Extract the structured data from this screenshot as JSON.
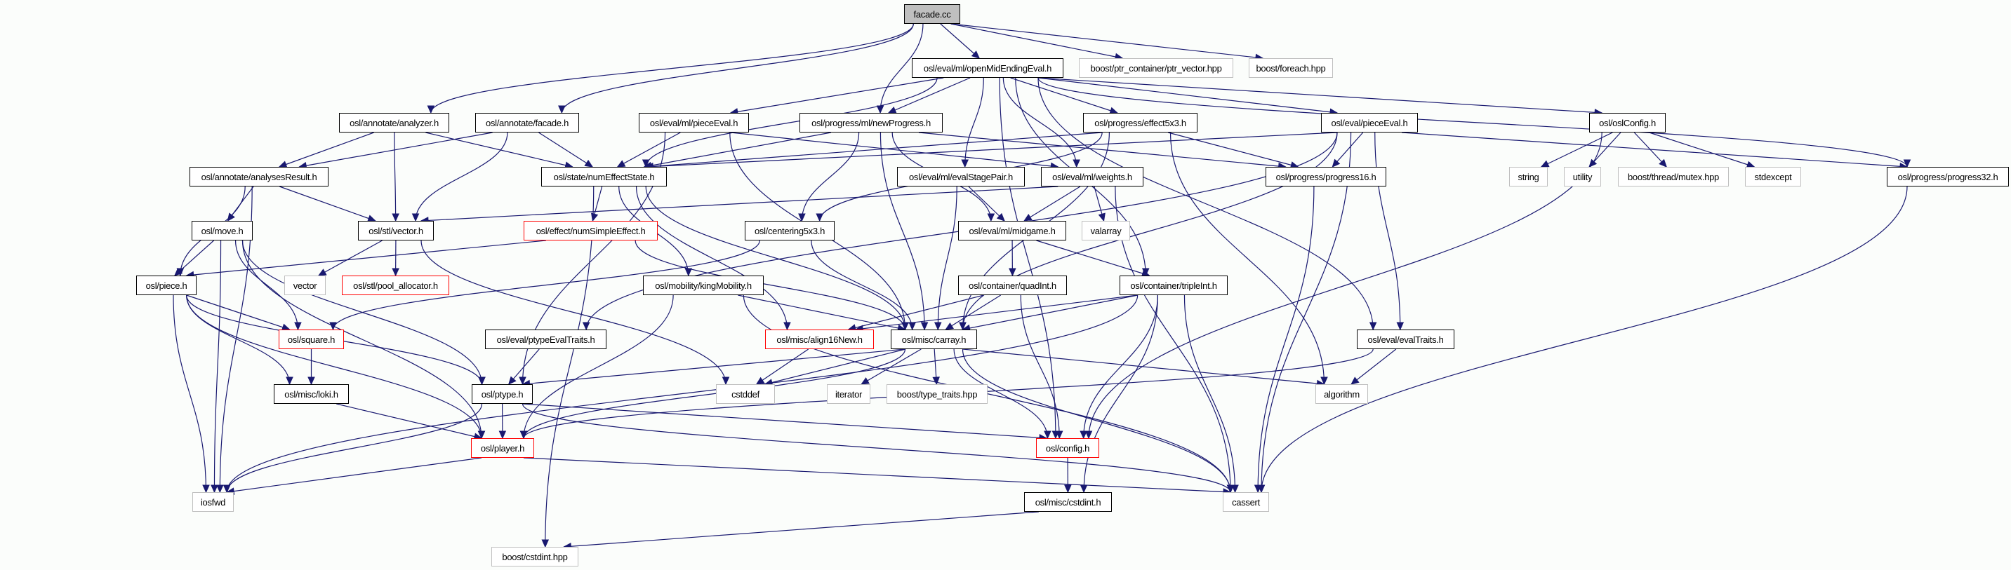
{
  "diagram": {
    "type": "include-dependency-graph",
    "root": "facade.cc",
    "colors": {
      "edge": "#191970",
      "root_fill": "#bfbfbf",
      "documented_border": "#000000",
      "truncated_border": "#ff0000",
      "external_border": "#bfbfbf"
    },
    "nodes": [
      {
        "id": "facade_cc",
        "label": "facade.cc",
        "kind": "root"
      },
      {
        "id": "openMid",
        "label": "osl/eval/ml/openMidEndingEval.h",
        "kind": "normal"
      },
      {
        "id": "ptr_vector",
        "label": "boost/ptr_container/ptr_vector.hpp",
        "kind": "external"
      },
      {
        "id": "foreach",
        "label": "boost/foreach.hpp",
        "kind": "external"
      },
      {
        "id": "analyzer",
        "label": "osl/annotate/analyzer.h",
        "kind": "normal"
      },
      {
        "id": "afacade",
        "label": "osl/annotate/facade.h",
        "kind": "normal"
      },
      {
        "id": "mlPieceEval",
        "label": "osl/eval/ml/pieceEval.h",
        "kind": "normal"
      },
      {
        "id": "newProgress",
        "label": "osl/progress/ml/newProgress.h",
        "kind": "normal"
      },
      {
        "id": "effect5x3",
        "label": "osl/progress/effect5x3.h",
        "kind": "normal"
      },
      {
        "id": "pieceEval",
        "label": "osl/eval/pieceEval.h",
        "kind": "normal"
      },
      {
        "id": "oslConfig",
        "label": "osl/oslConfig.h",
        "kind": "normal"
      },
      {
        "id": "analysesResult",
        "label": "osl/annotate/analysesResult.h",
        "kind": "normal"
      },
      {
        "id": "numEffectState",
        "label": "osl/state/numEffectState.h",
        "kind": "normal"
      },
      {
        "id": "evalStagePair",
        "label": "osl/eval/ml/evalStagePair.h",
        "kind": "normal"
      },
      {
        "id": "weights",
        "label": "osl/eval/ml/weights.h",
        "kind": "normal"
      },
      {
        "id": "progress16",
        "label": "osl/progress/progress16.h",
        "kind": "normal"
      },
      {
        "id": "string",
        "label": "string",
        "kind": "external"
      },
      {
        "id": "utility",
        "label": "utility",
        "kind": "external"
      },
      {
        "id": "mutex",
        "label": "boost/thread/mutex.hpp",
        "kind": "external"
      },
      {
        "id": "stdexcept",
        "label": "stdexcept",
        "kind": "external"
      },
      {
        "id": "progress32",
        "label": "osl/progress/progress32.h",
        "kind": "normal"
      },
      {
        "id": "move",
        "label": "osl/move.h",
        "kind": "normal"
      },
      {
        "id": "stlVector",
        "label": "osl/stl/vector.h",
        "kind": "normal"
      },
      {
        "id": "numSimpleEffect",
        "label": "osl/effect/numSimpleEffect.h",
        "kind": "truncated"
      },
      {
        "id": "centering5x3",
        "label": "osl/centering5x3.h",
        "kind": "normal"
      },
      {
        "id": "midgame",
        "label": "osl/eval/ml/midgame.h",
        "kind": "normal"
      },
      {
        "id": "valarray",
        "label": "valarray",
        "kind": "external"
      },
      {
        "id": "piece",
        "label": "osl/piece.h",
        "kind": "normal"
      },
      {
        "id": "vector",
        "label": "vector",
        "kind": "external"
      },
      {
        "id": "poolAllocator",
        "label": "osl/stl/pool_allocator.h",
        "kind": "truncated"
      },
      {
        "id": "kingMobility",
        "label": "osl/mobility/kingMobility.h",
        "kind": "normal"
      },
      {
        "id": "quadInt",
        "label": "osl/container/quadInt.h",
        "kind": "normal"
      },
      {
        "id": "tripleInt",
        "label": "osl/container/tripleInt.h",
        "kind": "normal"
      },
      {
        "id": "square",
        "label": "osl/square.h",
        "kind": "truncated"
      },
      {
        "id": "ptypeEvalTraits",
        "label": "osl/eval/ptypeEvalTraits.h",
        "kind": "normal"
      },
      {
        "id": "align16New",
        "label": "osl/misc/align16New.h",
        "kind": "truncated"
      },
      {
        "id": "carray",
        "label": "osl/misc/carray.h",
        "kind": "normal"
      },
      {
        "id": "evalTraits",
        "label": "osl/eval/evalTraits.h",
        "kind": "normal"
      },
      {
        "id": "loki",
        "label": "osl/misc/loki.h",
        "kind": "normal"
      },
      {
        "id": "ptype",
        "label": "osl/ptype.h",
        "kind": "normal"
      },
      {
        "id": "cstddef",
        "label": "cstddef",
        "kind": "external"
      },
      {
        "id": "iterator",
        "label": "iterator",
        "kind": "external"
      },
      {
        "id": "typeTraits",
        "label": "boost/type_traits.hpp",
        "kind": "external"
      },
      {
        "id": "algorithm",
        "label": "algorithm",
        "kind": "external"
      },
      {
        "id": "player",
        "label": "osl/player.h",
        "kind": "truncated"
      },
      {
        "id": "config",
        "label": "osl/config.h",
        "kind": "truncated"
      },
      {
        "id": "iosfwd",
        "label": "iosfwd",
        "kind": "external"
      },
      {
        "id": "miscCstdint",
        "label": "osl/misc/cstdint.h",
        "kind": "normal"
      },
      {
        "id": "cassert",
        "label": "cassert",
        "kind": "external"
      },
      {
        "id": "boostCstdint",
        "label": "boost/cstdint.hpp",
        "kind": "external"
      }
    ],
    "edges": [
      [
        "facade_cc",
        "openMid"
      ],
      [
        "facade_cc",
        "ptr_vector"
      ],
      [
        "facade_cc",
        "foreach"
      ],
      [
        "facade_cc",
        "analyzer"
      ],
      [
        "facade_cc",
        "afacade"
      ],
      [
        "facade_cc",
        "newProgress"
      ],
      [
        "openMid",
        "mlPieceEval"
      ],
      [
        "openMid",
        "newProgress"
      ],
      [
        "openMid",
        "effect5x3"
      ],
      [
        "openMid",
        "pieceEval"
      ],
      [
        "openMid",
        "oslConfig"
      ],
      [
        "openMid",
        "numEffectState"
      ],
      [
        "openMid",
        "evalStagePair"
      ],
      [
        "openMid",
        "weights"
      ],
      [
        "openMid",
        "progress32"
      ],
      [
        "openMid",
        "tripleInt"
      ],
      [
        "openMid",
        "evalTraits"
      ],
      [
        "openMid",
        "config"
      ],
      [
        "analyzer",
        "analysesResult"
      ],
      [
        "analyzer",
        "numEffectState"
      ],
      [
        "analyzer",
        "stlVector"
      ],
      [
        "afacade",
        "analysesResult"
      ],
      [
        "afacade",
        "numEffectState"
      ],
      [
        "afacade",
        "stlVector"
      ],
      [
        "mlPieceEval",
        "numEffectState"
      ],
      [
        "mlPieceEval",
        "weights"
      ],
      [
        "mlPieceEval",
        "ptype"
      ],
      [
        "mlPieceEval",
        "carray"
      ],
      [
        "newProgress",
        "numEffectState"
      ],
      [
        "newProgress",
        "centering5x3"
      ],
      [
        "newProgress",
        "midgame"
      ],
      [
        "newProgress",
        "progress16"
      ],
      [
        "newProgress",
        "carray"
      ],
      [
        "effect5x3",
        "numEffectState"
      ],
      [
        "effect5x3",
        "centering5x3"
      ],
      [
        "effect5x3",
        "progress16"
      ],
      [
        "effect5x3",
        "carray"
      ],
      [
        "effect5x3",
        "algorithm"
      ],
      [
        "pieceEval",
        "numEffectState"
      ],
      [
        "pieceEval",
        "progress16"
      ],
      [
        "pieceEval",
        "progress32"
      ],
      [
        "pieceEval",
        "evalTraits"
      ],
      [
        "pieceEval",
        "ptypeEvalTraits"
      ],
      [
        "pieceEval",
        "carray"
      ],
      [
        "pieceEval",
        "cassert"
      ],
      [
        "oslConfig",
        "string"
      ],
      [
        "oslConfig",
        "utility"
      ],
      [
        "oslConfig",
        "mutex"
      ],
      [
        "oslConfig",
        "stdexcept"
      ],
      [
        "oslConfig",
        "config"
      ],
      [
        "analysesResult",
        "move"
      ],
      [
        "analysesResult",
        "piece"
      ],
      [
        "analysesResult",
        "stlVector"
      ],
      [
        "analysesResult",
        "iosfwd"
      ],
      [
        "numEffectState",
        "numSimpleEffect"
      ],
      [
        "numEffectState",
        "kingMobility"
      ],
      [
        "numEffectState",
        "align16New"
      ],
      [
        "numEffectState",
        "carray"
      ],
      [
        "numEffectState",
        "boostCstdint"
      ],
      [
        "evalStagePair",
        "midgame"
      ],
      [
        "evalStagePair",
        "carray"
      ],
      [
        "weights",
        "midgame"
      ],
      [
        "weights",
        "valarray"
      ],
      [
        "weights",
        "stlVector"
      ],
      [
        "weights",
        "cassert"
      ],
      [
        "progress16",
        "cassert"
      ],
      [
        "progress32",
        "cassert"
      ],
      [
        "move",
        "piece"
      ],
      [
        "move",
        "square"
      ],
      [
        "move",
        "ptype"
      ],
      [
        "move",
        "player"
      ],
      [
        "move",
        "iosfwd"
      ],
      [
        "stlVector",
        "vector"
      ],
      [
        "stlVector",
        "poolAllocator"
      ],
      [
        "stlVector",
        "cstddef"
      ],
      [
        "numSimpleEffect",
        "piece"
      ],
      [
        "numSimpleEffect",
        "carray"
      ],
      [
        "centering5x3",
        "square"
      ],
      [
        "centering5x3",
        "carray"
      ],
      [
        "midgame",
        "quadInt"
      ],
      [
        "midgame",
        "tripleInt"
      ],
      [
        "piece",
        "square"
      ],
      [
        "piece",
        "loki"
      ],
      [
        "piece",
        "ptype"
      ],
      [
        "piece",
        "player"
      ],
      [
        "piece",
        "iosfwd"
      ],
      [
        "kingMobility",
        "carray"
      ],
      [
        "kingMobility",
        "player"
      ],
      [
        "kingMobility",
        "cassert"
      ],
      [
        "quadInt",
        "carray"
      ],
      [
        "quadInt",
        "align16New"
      ],
      [
        "quadInt",
        "config"
      ],
      [
        "tripleInt",
        "carray"
      ],
      [
        "tripleInt",
        "align16New"
      ],
      [
        "tripleInt",
        "config"
      ],
      [
        "tripleInt",
        "miscCstdint"
      ],
      [
        "tripleInt",
        "iosfwd"
      ],
      [
        "tripleInt",
        "cassert"
      ],
      [
        "square",
        "loki"
      ],
      [
        "ptypeEvalTraits",
        "ptype"
      ],
      [
        "align16New",
        "cstddef"
      ],
      [
        "carray",
        "ptype"
      ],
      [
        "carray",
        "cstddef"
      ],
      [
        "carray",
        "iterator"
      ],
      [
        "carray",
        "typeTraits"
      ],
      [
        "carray",
        "algorithm"
      ],
      [
        "carray",
        "config"
      ],
      [
        "carray",
        "player"
      ],
      [
        "carray",
        "cassert"
      ],
      [
        "evalTraits",
        "algorithm"
      ],
      [
        "evalTraits",
        "player"
      ],
      [
        "loki",
        "player"
      ],
      [
        "ptype",
        "player"
      ],
      [
        "ptype",
        "config"
      ],
      [
        "ptype",
        "iosfwd"
      ],
      [
        "ptype",
        "cassert"
      ],
      [
        "player",
        "iosfwd"
      ],
      [
        "player",
        "cassert"
      ],
      [
        "config",
        "miscCstdint"
      ],
      [
        "miscCstdint",
        "boostCstdint"
      ]
    ]
  }
}
